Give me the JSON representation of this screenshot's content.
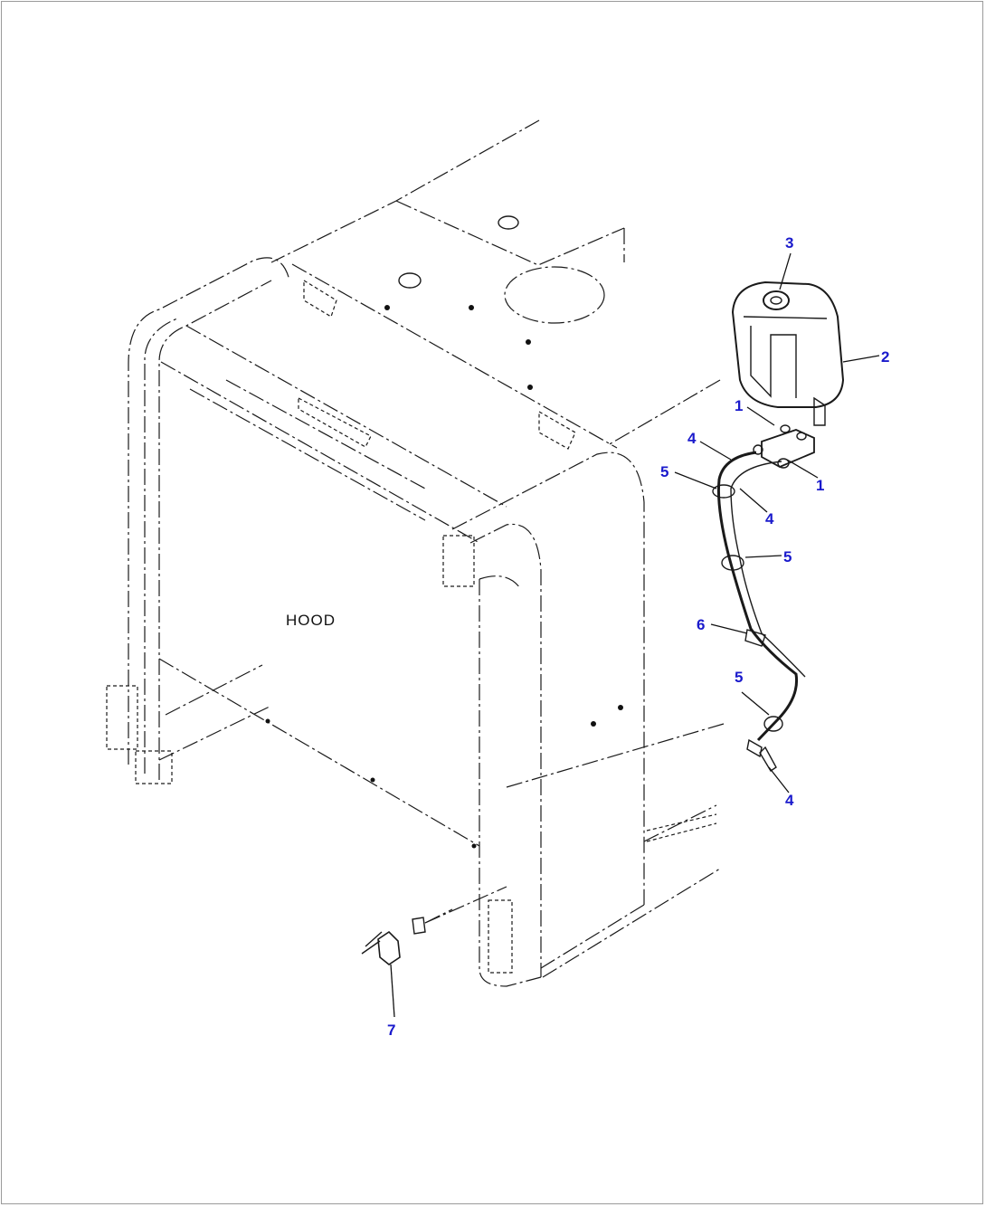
{
  "diagram": {
    "hood_label": "HOOD",
    "callout_color": "#1a1acc",
    "callouts": [
      {
        "id": "c-3",
        "text": "3"
      },
      {
        "id": "c-2",
        "text": "2"
      },
      {
        "id": "c-1a",
        "text": "1"
      },
      {
        "id": "c-1b",
        "text": "1"
      },
      {
        "id": "c-4a",
        "text": "4"
      },
      {
        "id": "c-5a",
        "text": "5"
      },
      {
        "id": "c-4b",
        "text": "4"
      },
      {
        "id": "c-5b",
        "text": "5"
      },
      {
        "id": "c-6",
        "text": "6"
      },
      {
        "id": "c-5c",
        "text": "5"
      },
      {
        "id": "c-4c",
        "text": "4"
      },
      {
        "id": "c-7",
        "text": "7"
      }
    ]
  }
}
